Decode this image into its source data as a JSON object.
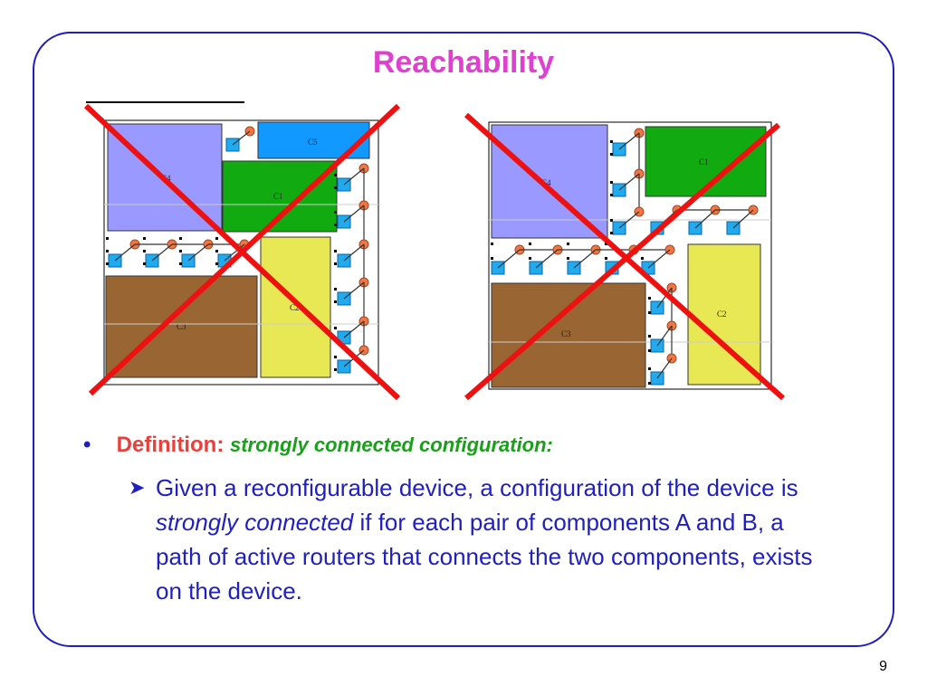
{
  "slide": {
    "title": "Reachability",
    "page_number": "9"
  },
  "diagram_left": {
    "labels": {
      "c4": "C4",
      "c5": "C5",
      "c1": "C1",
      "c3": "C3",
      "c2": "C2"
    }
  },
  "diagram_right": {
    "labels": {
      "c4": "C4",
      "c1": "C1",
      "c3": "C3",
      "c2": "C2"
    }
  },
  "bullet": {
    "label": "Definition:",
    "term": "strongly connected configuration:"
  },
  "sub_bullet": {
    "text_1": "Given a reconfigurable device, a configuration of the device is ",
    "emphasis": "strongly connected",
    "text_2": " if for each pair of components A and B, a path of active routers that connects the two components, exists on the device."
  },
  "colors": {
    "frame": "#1f1fbf",
    "title": "#e040d0",
    "cross": "#ee1111",
    "router": "#ee7744",
    "node": "#22aaee",
    "lavender": "#9999ff",
    "green": "#11aa11",
    "brown": "#996633",
    "yellow": "#e8e855",
    "blue": "#1199ff"
  }
}
